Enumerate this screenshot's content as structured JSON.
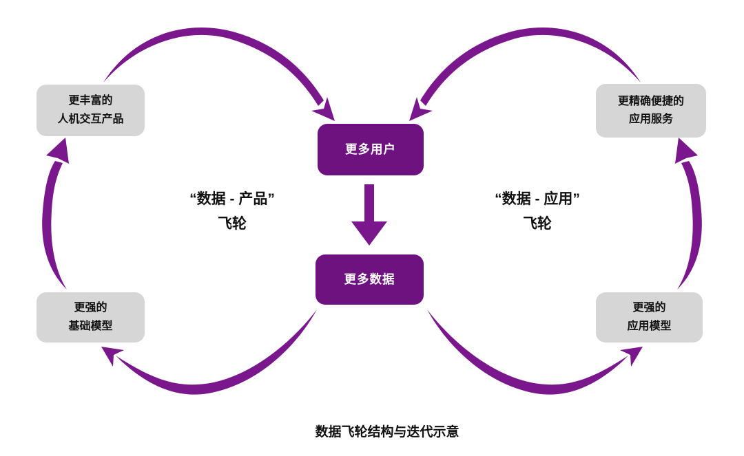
{
  "diagram": {
    "caption": "数据飞轮结构与迭代示意",
    "center_nodes": {
      "more_users": "更多用户",
      "more_data": "更多数据"
    },
    "left_cycle": {
      "label_line1": "“数据 - 产品”",
      "label_line2": "飞轮",
      "top_box": "更丰富的\n人机交互产品",
      "bottom_box": "更强的\n基础模型"
    },
    "right_cycle": {
      "label_line1": "“数据 - 应用”",
      "label_line2": "飞轮",
      "top_box": "更精确便捷的\n应用服务",
      "bottom_box": "更强的\n应用模型"
    },
    "colors": {
      "node_purple": "#6E1280",
      "arrow_purple": "#7A178C",
      "box_gray": "#D6D6D6",
      "text_dark": "#111111",
      "background": "#FFFFFF"
    }
  }
}
